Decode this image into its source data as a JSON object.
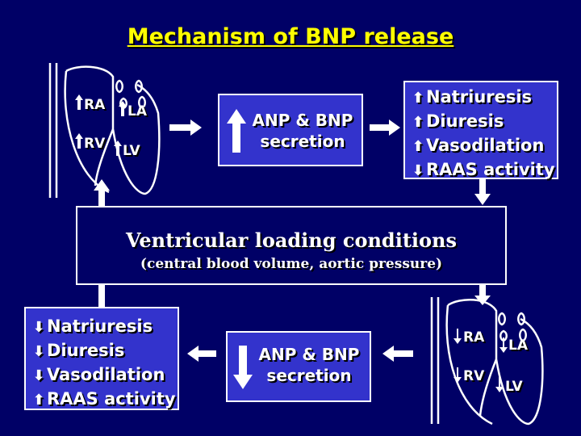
{
  "title": "Mechanism of BNP release",
  "top_heart": {
    "ra": "RA",
    "la": "LA",
    "rv": "RV",
    "lv": "LV"
  },
  "bottom_heart": {
    "ra": "RA",
    "la": "LA",
    "rv": "RV",
    "lv": "LV"
  },
  "top_secretion": {
    "line1": "ANP & BNP",
    "line2": "secretion"
  },
  "bottom_secretion": {
    "line1": "ANP & BNP",
    "line2": "secretion"
  },
  "top_effects": [
    {
      "dir": "up",
      "label": "Natriuresis"
    },
    {
      "dir": "up",
      "label": "Diuresis"
    },
    {
      "dir": "up",
      "label": "Vasodilation"
    },
    {
      "dir": "down",
      "label": "RAAS activity"
    }
  ],
  "bottom_effects": [
    {
      "dir": "down",
      "label": "Natriuresis"
    },
    {
      "dir": "down",
      "label": "Diuresis"
    },
    {
      "dir": "down",
      "label": "Vasodilation"
    },
    {
      "dir": "up",
      "label": "RAAS activity"
    }
  ],
  "loading": {
    "main": "Ventricular loading conditions",
    "sub": "(central blood volume, aortic pressure)"
  },
  "colors": {
    "background": "#000066",
    "box": "#3333cc",
    "title": "#ffff00"
  },
  "icons": {
    "up": "arrow-up-icon",
    "down": "arrow-down-icon"
  }
}
